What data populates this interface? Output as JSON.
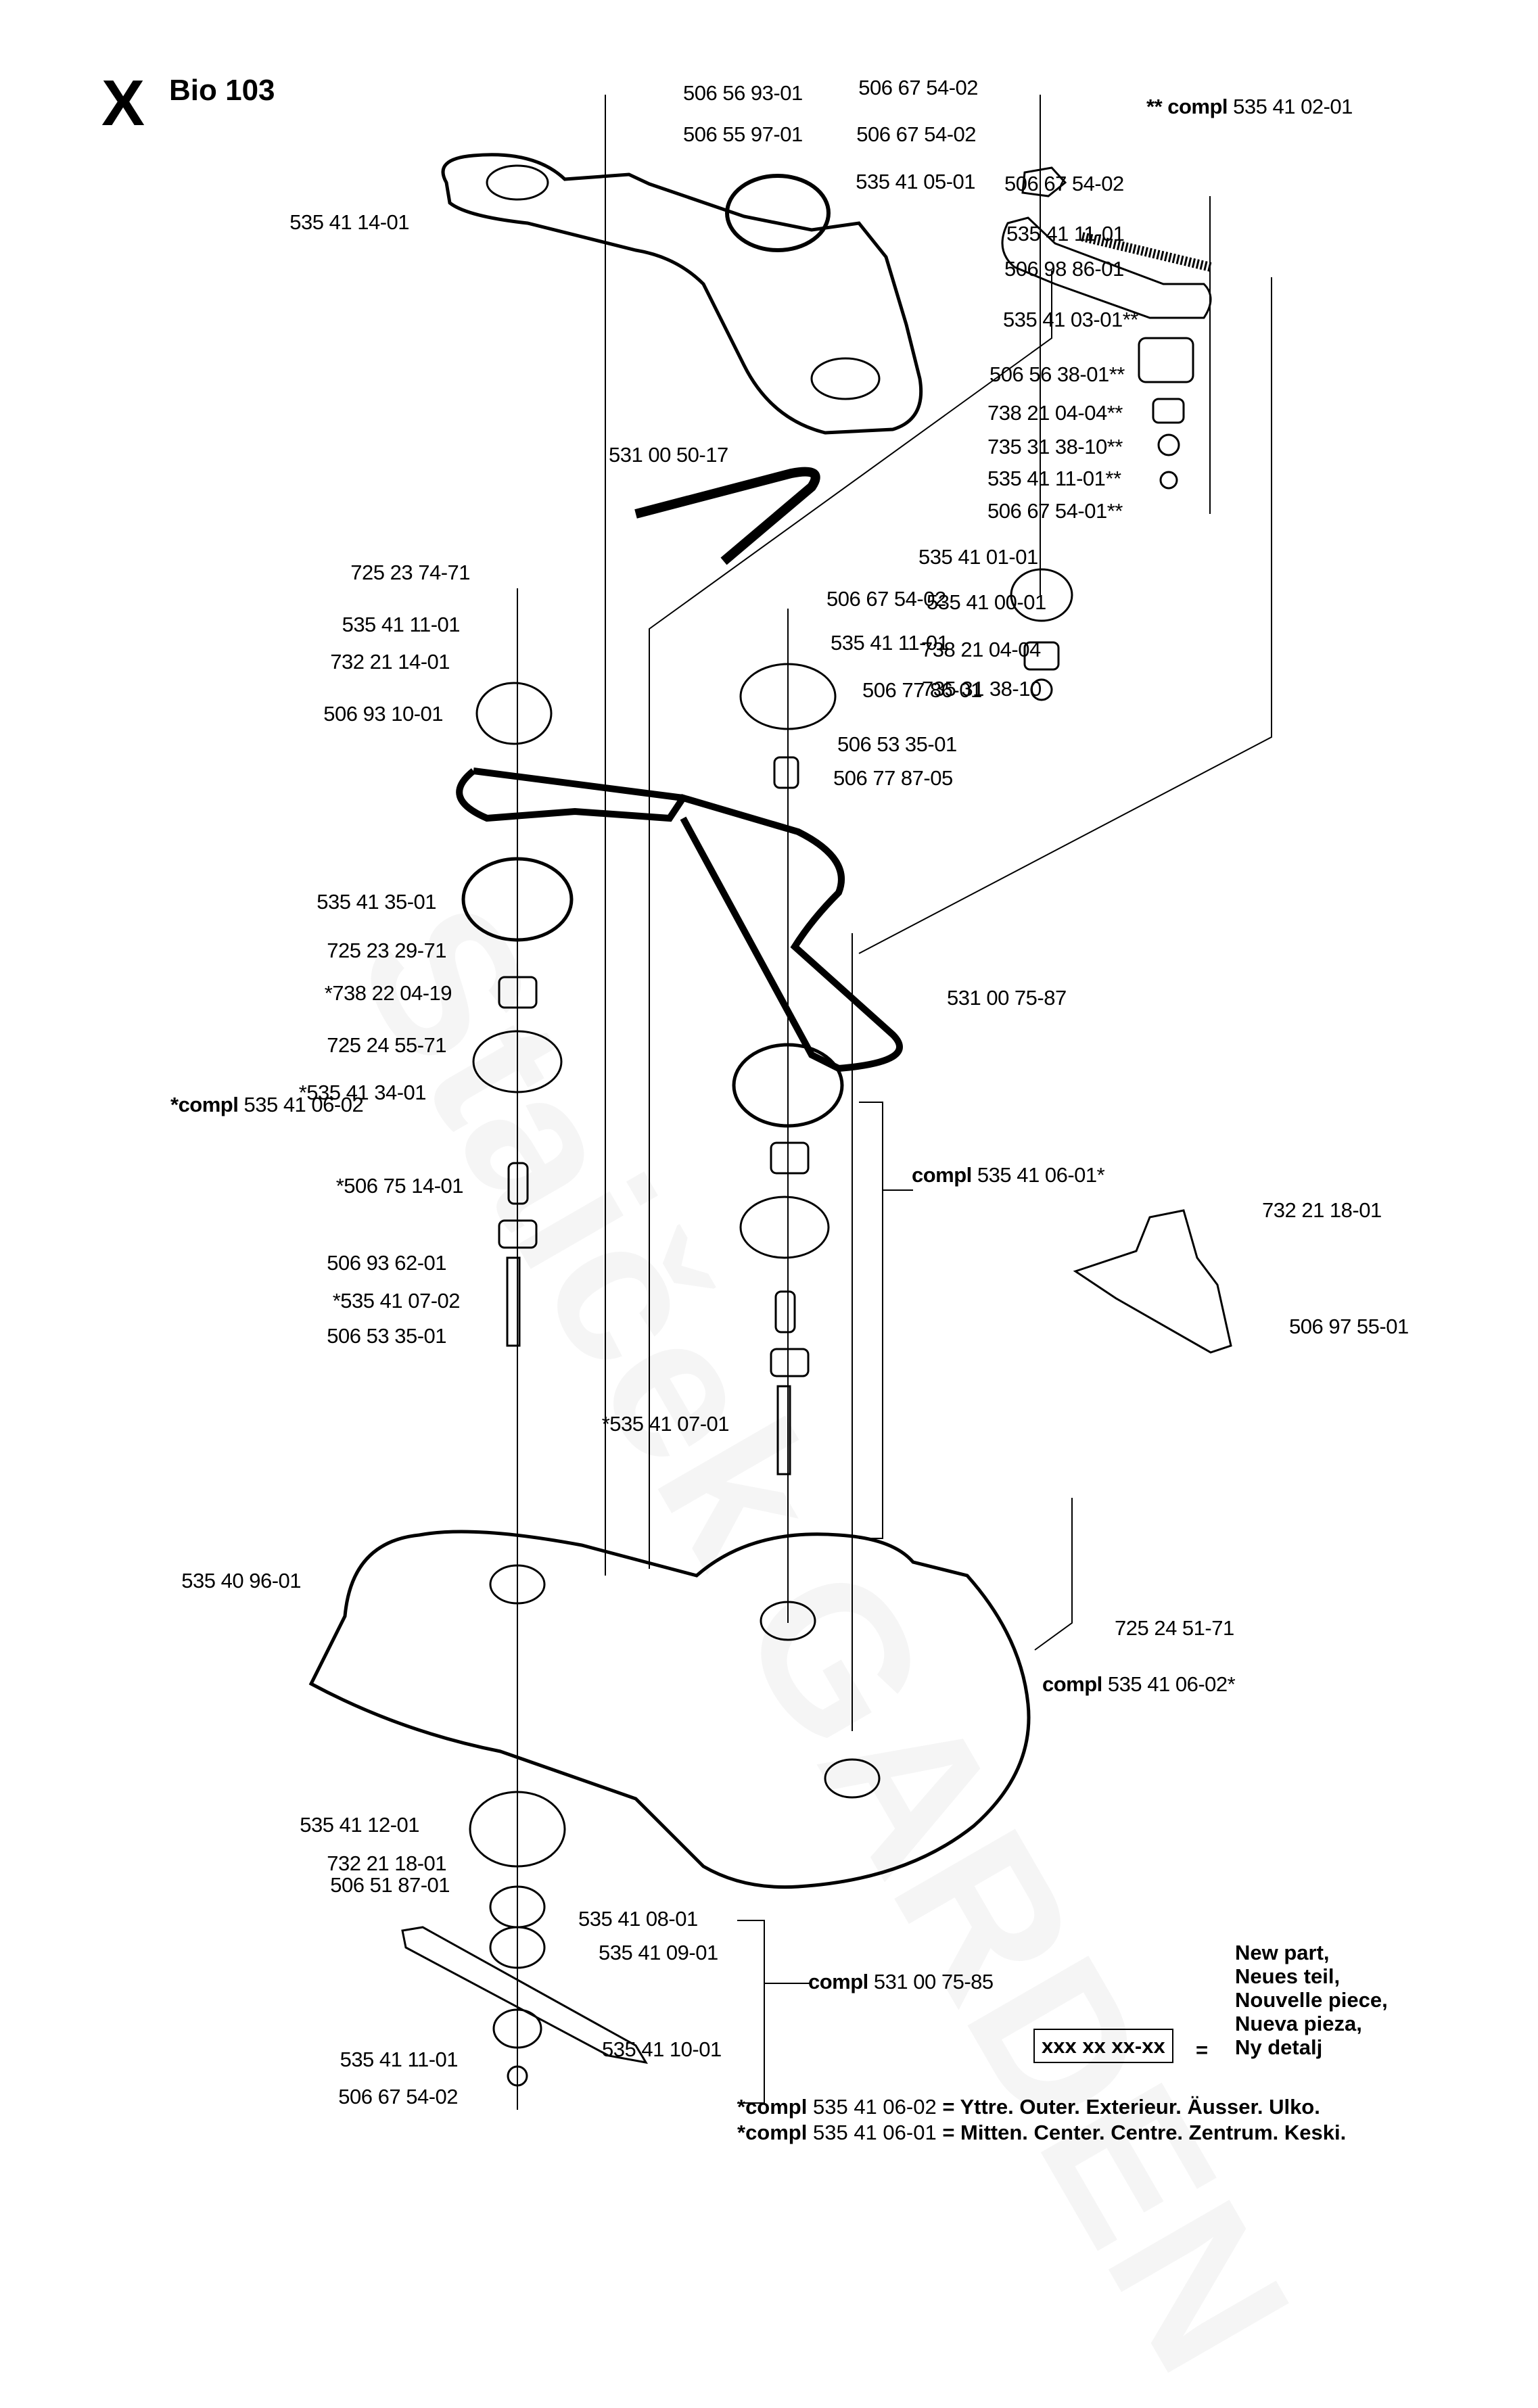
{
  "title": {
    "section": "X",
    "model": "Bio 103"
  },
  "compl_note": {
    "prefix": "** compl",
    "number": "535 41 02-01"
  },
  "labels": [
    {
      "id": "p01",
      "text": "506 56 93-01"
    },
    {
      "id": "p02",
      "text": "506 55 97-01"
    },
    {
      "id": "p03",
      "text": "535 41 14-01"
    },
    {
      "id": "p04",
      "text": "506 67 54-02"
    },
    {
      "id": "p05",
      "text": "506 67 54-02"
    },
    {
      "id": "p06",
      "text": "535 41 05-01"
    },
    {
      "id": "p07",
      "text": "506 67 54-02"
    },
    {
      "id": "p08",
      "text": "535 41 11-01"
    },
    {
      "id": "p09",
      "text": "506 98 86-01"
    },
    {
      "id": "p10",
      "text": "535 41 03-01**"
    },
    {
      "id": "p11",
      "text": "506 56 38-01**"
    },
    {
      "id": "p12",
      "text": "738 21 04-04**"
    },
    {
      "id": "p13",
      "text": "735 31 38-10**"
    },
    {
      "id": "p14",
      "text": "535 41 11-01**"
    },
    {
      "id": "p15",
      "text": "506 67 54-01**"
    },
    {
      "id": "p16",
      "text": "531 00 50-17"
    },
    {
      "id": "p17",
      "text": "535 41 01-01"
    },
    {
      "id": "p18",
      "text": "535 41 00-01"
    },
    {
      "id": "p19",
      "text": "738 21 04-04"
    },
    {
      "id": "p20",
      "text": "735 31 38-10"
    },
    {
      "id": "p21",
      "text": "725 23 74-71"
    },
    {
      "id": "p22",
      "text": "535 41 11-01"
    },
    {
      "id": "p23",
      "text": "732 21 14-01"
    },
    {
      "id": "p24",
      "text": "506 93 10-01"
    },
    {
      "id": "p25",
      "text": "506 67 54-02"
    },
    {
      "id": "p26",
      "text": "535 41 11-01"
    },
    {
      "id": "p27",
      "text": "506 77 86-01"
    },
    {
      "id": "p28",
      "text": "506 53 35-01"
    },
    {
      "id": "p29",
      "text": "506 77 87-05"
    },
    {
      "id": "p30",
      "text": "535 41 35-01"
    },
    {
      "id": "p31",
      "text": "725 23 29-71"
    },
    {
      "id": "p32",
      "text": "531 00 75-87"
    },
    {
      "id": "p33",
      "text": "*738 22 04-19"
    },
    {
      "id": "p34",
      "text": "725 24 55-71"
    },
    {
      "id": "p35",
      "text": "*535 41 34-01"
    },
    {
      "id": "p36",
      "text": "*506 75 14-01"
    },
    {
      "id": "p37",
      "text": "732 21 18-01"
    },
    {
      "id": "p38",
      "text": "506 93 62-01"
    },
    {
      "id": "p39",
      "text": "*535 41 07-02"
    },
    {
      "id": "p40",
      "text": "506 53 35-01"
    },
    {
      "id": "p41",
      "text": "506 97 55-01"
    },
    {
      "id": "p42",
      "text": "*535 41 07-01"
    },
    {
      "id": "p43",
      "text": "535 40 96-01"
    },
    {
      "id": "p44",
      "text": "725 24 51-71"
    },
    {
      "id": "p45",
      "text": "535 41 12-01"
    },
    {
      "id": "p46",
      "text": "732 21 18-01"
    },
    {
      "id": "p47",
      "text": "506 51 87-01"
    },
    {
      "id": "p48",
      "text": "535 41 08-01"
    },
    {
      "id": "p49",
      "text": "535 41 09-01"
    },
    {
      "id": "p50",
      "text": "535 41 11-01"
    },
    {
      "id": "p51",
      "text": "535 41 10-01"
    },
    {
      "id": "p52",
      "text": "506 67 54-02"
    }
  ],
  "assemblies": [
    {
      "id": "a1",
      "keyword": "*compl",
      "number": "535 41 06-02"
    },
    {
      "id": "a2",
      "keyword": "compl",
      "number": "535 41 06-01*"
    },
    {
      "id": "a3",
      "keyword": "compl",
      "number": "535 41 06-02*"
    },
    {
      "id": "a4",
      "keyword": "compl",
      "number": "531 00 75-85"
    }
  ],
  "legend": {
    "placeholder": "xxx xx xx-xx",
    "equals": "=",
    "lines": [
      "New part,",
      "Neues teil,",
      "Nouvelle piece,",
      "Nueva pieza,",
      "Ny detalj"
    ]
  },
  "footnotes": [
    {
      "keyword": "*compl",
      "number": "535 41 06-02",
      "meaning": "= Yttre. Outer. Exterieur. Äusser. Ulko."
    },
    {
      "keyword": "*compl",
      "number": "535 41 06-01",
      "meaning": "= Mitten. Center. Centre. Zentrum. Keski."
    }
  ],
  "watermark": "Staiček GARDEN"
}
